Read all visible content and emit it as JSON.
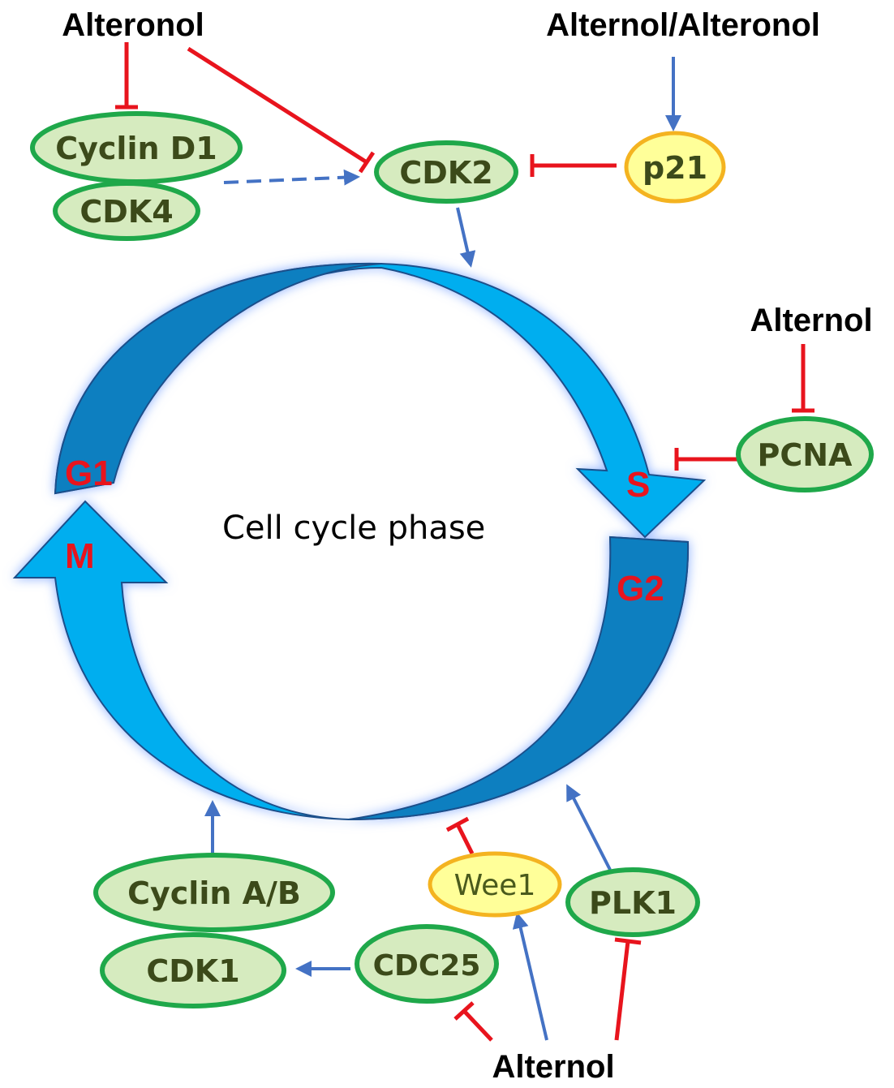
{
  "drugs": {
    "top_left": "Alteronol",
    "top_right": "Alternol/Alteronol",
    "right": "Alternol",
    "bottom": "Alternol"
  },
  "nodes": {
    "cyclin_d1": "Cyclin D1",
    "cdk4": "CDK4",
    "cdk2": "CDK2",
    "p21": "p21",
    "pcna": "PCNA",
    "cyclin_ab": "Cyclin A/B",
    "cdk1": "CDK1",
    "cdc25": "CDC25",
    "wee1": "Wee1",
    "plk1": "PLK1"
  },
  "phases": {
    "g1": "G1",
    "s": "S",
    "g2": "G2",
    "m": "M"
  },
  "center_label": "Cell cycle phase",
  "colors": {
    "activation": "#4472c4",
    "inhibition": "#e8141d",
    "node_fill": "#d6ebbf",
    "node_stroke": "#1fa84a",
    "yellow_fill": "#ffff99",
    "yellow_stroke": "#f4b320",
    "cycle_light": "#00aeef",
    "cycle_dark": "#0a7fc0"
  }
}
